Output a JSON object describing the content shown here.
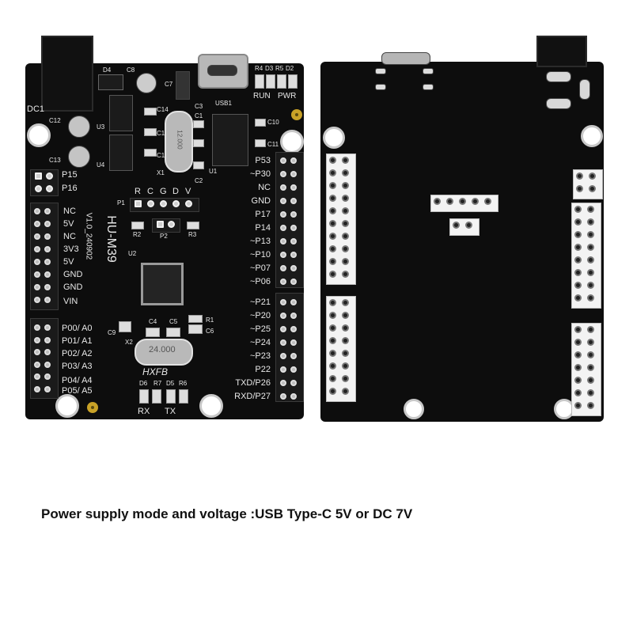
{
  "front_board": {
    "model": "HU-M39",
    "version": "V1.0_240902",
    "maker_mark": "HXFB",
    "usb_label": "USB1",
    "top_labels": [
      "D4",
      "C8",
      "C7",
      "R4",
      "D3",
      "R5",
      "D2",
      "RUN",
      "PWR",
      "DC1"
    ],
    "components": [
      "C12",
      "U3",
      "C13",
      "U4",
      "C14",
      "C15",
      "C16",
      "X1",
      "C3",
      "C1",
      "C2",
      "U1",
      "C10",
      "C11",
      "P1",
      "R2",
      "P2",
      "R3",
      "U2",
      "C4",
      "C5",
      "C9",
      "C6",
      "X2",
      "R1",
      "D6",
      "R7",
      "D5",
      "R6"
    ],
    "crystal_1": "12.000",
    "crystal_2": "24.000",
    "p1_pins": [
      "R",
      "C",
      "G",
      "D",
      "V"
    ],
    "left_top_pins": [
      "P15",
      "P16"
    ],
    "power_pins": [
      "NC",
      "5V",
      "NC",
      "3V3",
      "5V",
      "GND",
      "GND",
      "VIN"
    ],
    "analog_pins": [
      "P00/ A0",
      "P01/ A1",
      "P02/ A2",
      "P03/ A3",
      "P04/ A4",
      "P05/ A5"
    ],
    "right_pins_top": [
      "P53",
      "~P30",
      "NC",
      "GND",
      "P17",
      "P14",
      "~P13",
      "~P10",
      "~P07",
      "~P06"
    ],
    "right_pins_bottom": [
      "~P21",
      "~P20",
      "~P25",
      "~P24",
      "~P23",
      "P22",
      "TXD/P26",
      "RXD/P27"
    ],
    "bottom_labels": [
      "RX",
      "TX"
    ]
  },
  "caption": {
    "text": "Power supply mode and voltage :USB Type-C 5V or DC 7V"
  }
}
